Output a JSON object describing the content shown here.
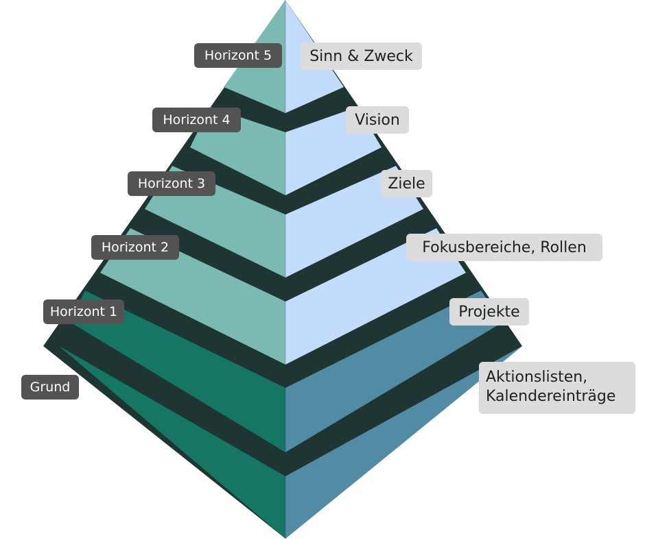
{
  "colors": {
    "background": "#ffffff",
    "separator": "#1e3533",
    "upper_left": "#7bbab2",
    "upper_right": "#c4dcfb",
    "lower_left": "#157763",
    "lower_right": "#528ba4",
    "left_label_bg": "#535353",
    "left_label_text": "#ffffff",
    "right_label_bg": "#dcdcdc",
    "right_label_text": "#1f1f1f"
  },
  "levels": [
    {
      "left": "Horizont 5",
      "right": "Sinn & Zweck"
    },
    {
      "left": "Horizont 4",
      "right": "Vision"
    },
    {
      "left": "Horizont 3",
      "right": "Ziele"
    },
    {
      "left": "Horizont 2",
      "right": "Fokusbereiche, Rollen"
    },
    {
      "left": "Horizont 1",
      "right": "Projekte"
    },
    {
      "left": "Grund",
      "right_lines": [
        "Aktionslisten,",
        "Kalendereinträge"
      ]
    }
  ]
}
